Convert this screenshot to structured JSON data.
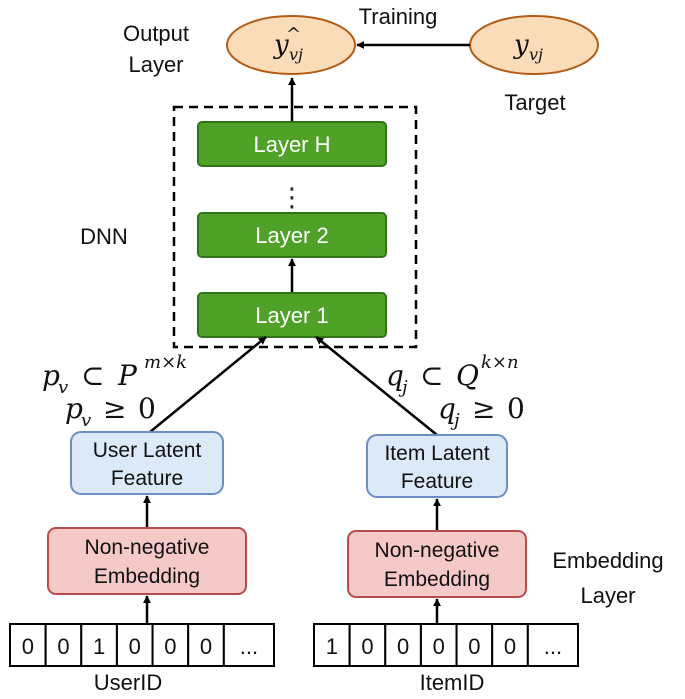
{
  "labels": {
    "output_layer_line1": "Output",
    "output_layer_line2": "Layer",
    "training": "Training",
    "target": "Target",
    "dnn": "DNN",
    "embedding_layer_line1": "Embedding",
    "embedding_layer_line2": "Layer",
    "user_id": "UserID",
    "item_id": "ItemID",
    "ellipsis_vertical": "⋮"
  },
  "nodes": {
    "prediction": {
      "base": "y",
      "hat": "^",
      "sub": "vj"
    },
    "target_value": {
      "base": "y",
      "sub": "vj"
    },
    "layer_h": "Layer H",
    "layer_2": "Layer 2",
    "layer_1": "Layer 1",
    "user_latent_line1": "User Latent",
    "user_latent_line2": "Feature",
    "item_latent_line1": "Item Latent",
    "item_latent_line2": "Feature",
    "user_embedding_line1": "Non-negative",
    "user_embedding_line2": "Embedding",
    "item_embedding_line1": "Non-negative",
    "item_embedding_line2": "Embedding"
  },
  "formulas": {
    "user_subset": {
      "lhs": "p",
      "lhs_sub": "v",
      "op": "⊂",
      "rhs": "P",
      "rhs_sup": "m×k"
    },
    "user_nonneg": {
      "lhs": "p",
      "lhs_sub": "v",
      "op": "≥",
      "rhs": "0"
    },
    "item_subset": {
      "lhs": "q",
      "lhs_sub": "j",
      "op": "⊂",
      "rhs": "Q",
      "rhs_sup": "k×n"
    },
    "item_nonneg": {
      "lhs": "q",
      "lhs_sub": "j",
      "op": "≥",
      "rhs": "0"
    }
  },
  "vectors": {
    "user_id": [
      "0",
      "0",
      "1",
      "0",
      "0",
      "0",
      "..."
    ],
    "item_id": [
      "1",
      "0",
      "0",
      "0",
      "0",
      "0",
      "..."
    ]
  },
  "colors": {
    "output_fill": "#fbdcb8",
    "output_stroke": "#b25d17",
    "layer_fill": "#4fa127",
    "layer_stroke": "#2f7417",
    "latent_fill": "#dce9f9",
    "latent_stroke": "#6b8fc4",
    "embedding_fill": "#f6c9c9",
    "embedding_stroke": "#b84b4b",
    "line": "#000000"
  }
}
